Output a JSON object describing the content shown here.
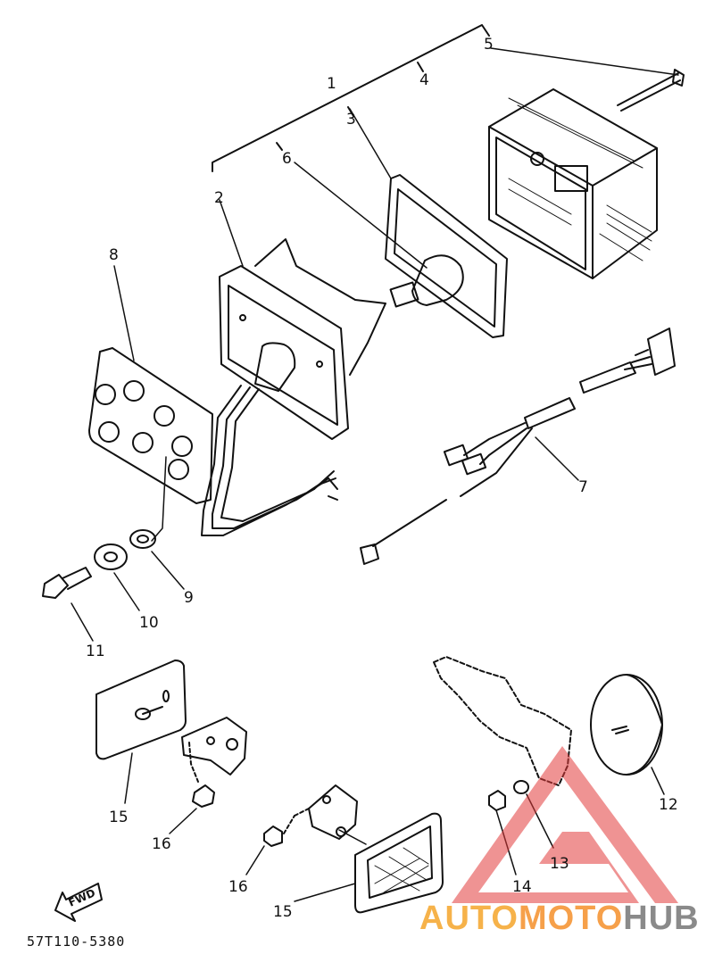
{
  "diagram": {
    "part_code": "57T110-5380",
    "fwd_label": "FWD",
    "callouts": [
      {
        "id": "1",
        "text": "1"
      },
      {
        "id": "2",
        "text": "2"
      },
      {
        "id": "3",
        "text": "3"
      },
      {
        "id": "4",
        "text": "4"
      },
      {
        "id": "5",
        "text": "5"
      },
      {
        "id": "6",
        "text": "6"
      },
      {
        "id": "7",
        "text": "7"
      },
      {
        "id": "8",
        "text": "8"
      },
      {
        "id": "9",
        "text": "9"
      },
      {
        "id": "10",
        "text": "10"
      },
      {
        "id": "11",
        "text": "11"
      },
      {
        "id": "12",
        "text": "12"
      },
      {
        "id": "13",
        "text": "13"
      },
      {
        "id": "14",
        "text": "14"
      },
      {
        "id": "15a",
        "text": "15"
      },
      {
        "id": "15b",
        "text": "15"
      },
      {
        "id": "16a",
        "text": "16"
      },
      {
        "id": "16b",
        "text": "16"
      }
    ]
  },
  "watermark": {
    "brand_part1": "AUTO",
    "brand_part2": "MOTO",
    "brand_part3": "HUB",
    "colors": {
      "orange": "#f6b24a",
      "red": "#e23b3b",
      "gray": "#8a8a8a"
    }
  }
}
